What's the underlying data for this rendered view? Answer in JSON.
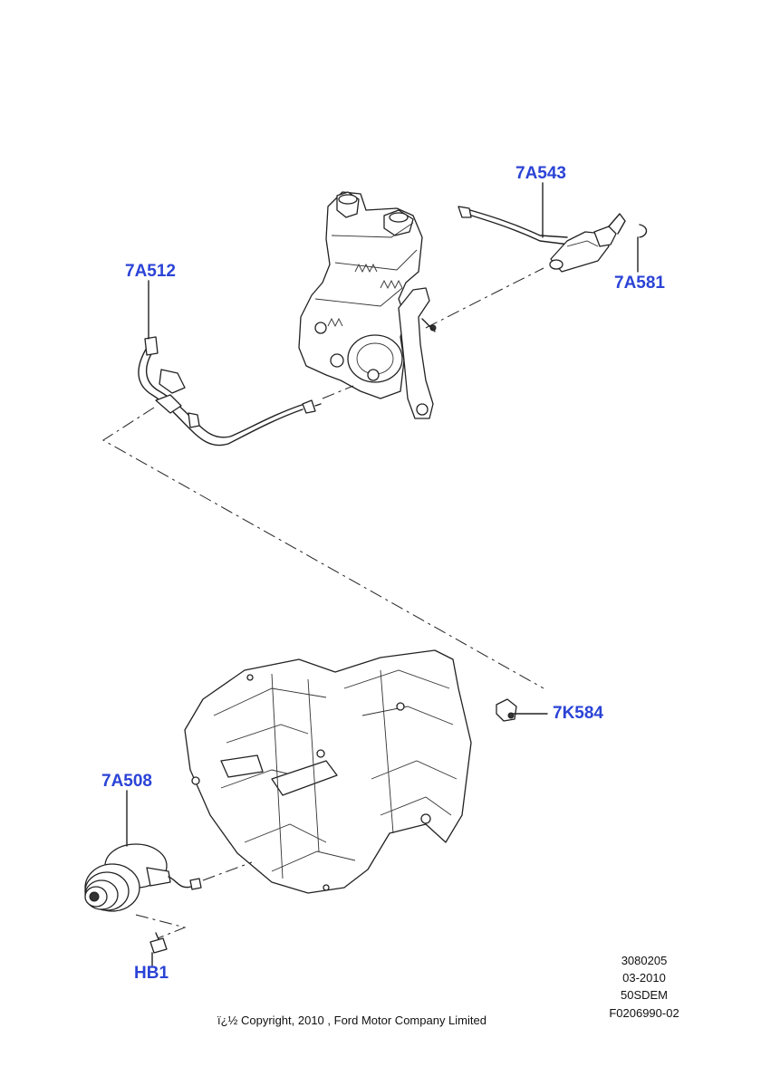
{
  "parts": {
    "7A543": "7A543",
    "7A581": "7A581",
    "7A512": "7A512",
    "7K584": "7K584",
    "7A508": "7A508",
    "HB1": "HB1"
  },
  "meta": {
    "line1": "3080205",
    "line2": "03-2010",
    "line3": "50SDEM",
    "line4": "F0206990-02"
  },
  "copyright": "ï¿½ Copyright, 2010 , Ford Motor Company Limited",
  "colors": {
    "label": "#2b43d6",
    "line": "#222222",
    "background": "#ffffff"
  }
}
